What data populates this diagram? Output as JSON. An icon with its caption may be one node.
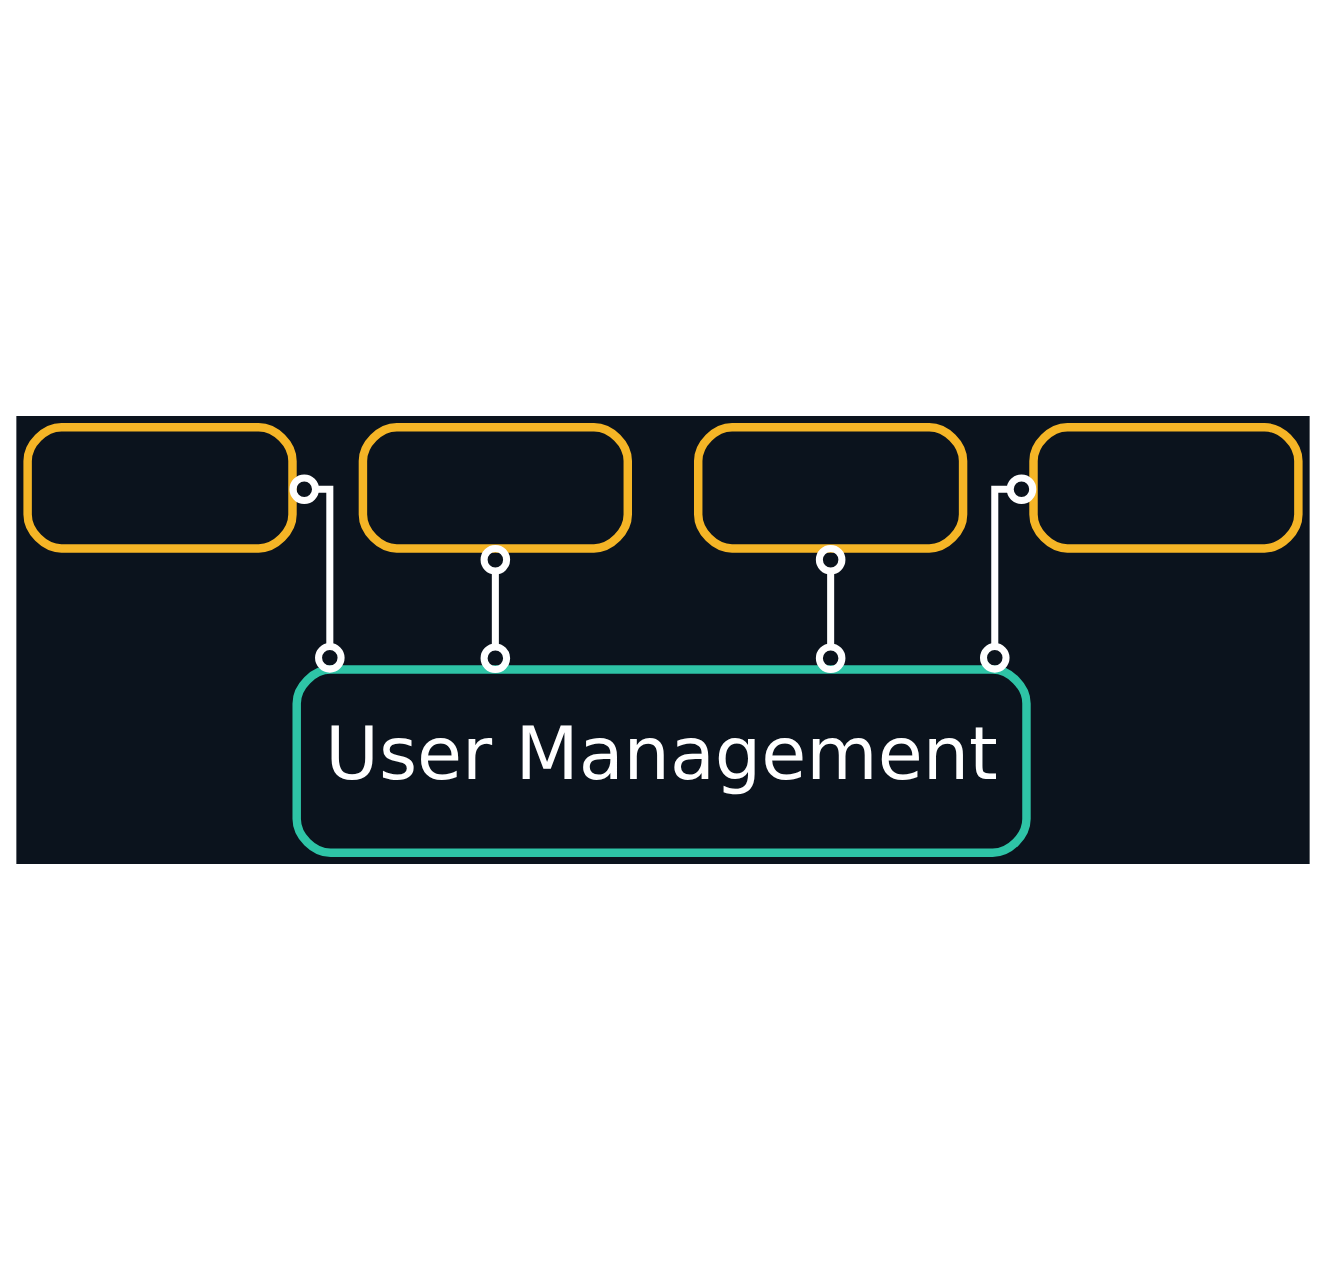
{
  "diagram": {
    "nodes": [
      {
        "text": [],
        "shape": "box"
      },
      {
        "text": [],
        "shape": "box"
      },
      {
        "text": [],
        "shape": "box"
      },
      {
        "text": [],
        "shape": "box"
      },
      {
        "text": [
          "User Management"
        ]
      }
    ],
    "edges": [
      {
        "from": 0,
        "to": 4,
        "arrow": "other"
      },
      {
        "from": 1,
        "to": 4,
        "arrow": "other"
      },
      {
        "from": 2,
        "to": 4,
        "arrow": "other"
      },
      {
        "from": 3,
        "to": 4,
        "arrow": "other"
      }
    ]
  }
}
